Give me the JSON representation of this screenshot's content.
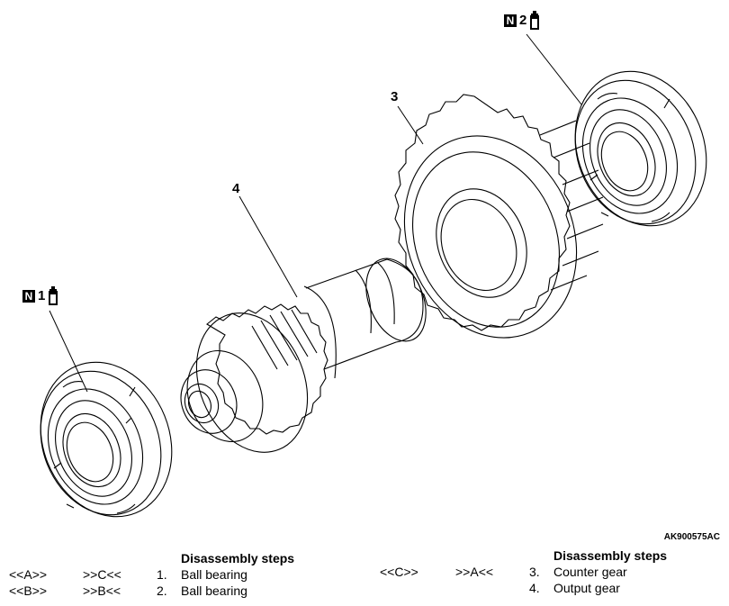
{
  "figure_code": "AK900575AC",
  "callouts": {
    "bearing_left": {
      "badge": "N",
      "number": "1"
    },
    "bearing_right": {
      "badge": "N",
      "number": "2"
    },
    "counter_gear": {
      "number": "3"
    },
    "output_gear": {
      "number": "4"
    }
  },
  "steps_left": {
    "heading": "Disassembly steps",
    "rows": [
      {
        "code_a": "<<A>>",
        "code_b": ">>C<<",
        "num": "1.",
        "label": "Ball bearing"
      },
      {
        "code_a": "<<B>>",
        "code_b": ">>B<<",
        "num": "2.",
        "label": "Ball bearing"
      }
    ]
  },
  "steps_right": {
    "heading": "Disassembly steps",
    "rows": [
      {
        "code_a": "<<C>>",
        "code_b": ">>A<<",
        "num": "3.",
        "label": "Counter gear"
      },
      {
        "code_a": "",
        "code_b": "",
        "num": "4.",
        "label": "Output gear"
      }
    ]
  }
}
